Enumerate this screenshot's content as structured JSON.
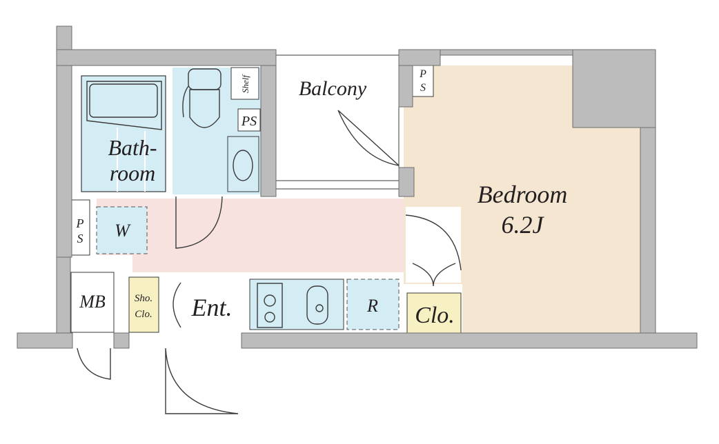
{
  "rooms": {
    "balcony": "Balcony",
    "bathroom_line1": "Bath-",
    "bathroom_line2": "room",
    "shelf": "Shelf",
    "ps_toilet": "PS",
    "ps_left_p": "P",
    "ps_left_s": "S",
    "ps_top_p": "P",
    "ps_top_s": "S",
    "washer": "W",
    "bedroom": "Bedroom",
    "bedroom_size": "6.2J",
    "meter_box": "MB",
    "shoe_closet_line1": "Sho.",
    "shoe_closet_line2": "Clo.",
    "entrance": "Ent.",
    "refrigerator": "R",
    "closet": "Clo."
  },
  "colors": {
    "wall": "#bcbcbc",
    "wet_area": "#d4ecf4",
    "hallway": "#f8e2df",
    "bedroom": "#f5e6d1",
    "closet": "#f6f0c3"
  }
}
